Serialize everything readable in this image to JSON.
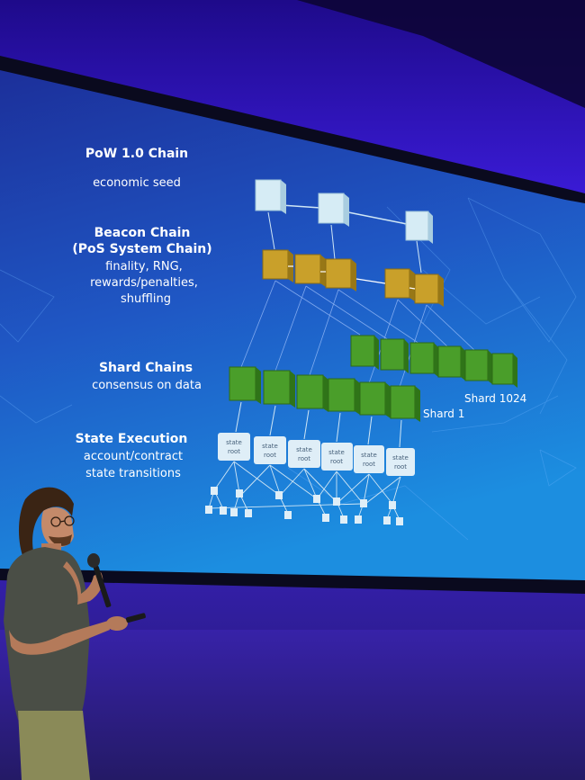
{
  "slide": {
    "pow": {
      "title": "PoW 1.0 Chain",
      "subtitle": "economic seed"
    },
    "beacon": {
      "title_line1": "Beacon Chain",
      "title_line2": "(PoS System Chain)",
      "desc_line1": "finality, RNG,",
      "desc_line2": "rewards/penalties,",
      "desc_line3": "shuffling"
    },
    "shard": {
      "title": "Shard Chains",
      "subtitle": "consensus on data",
      "shard_1024": "Shard 1024",
      "shard_1": "Shard 1"
    },
    "state": {
      "title": "State Execution",
      "desc_line1": "account/contract",
      "desc_line2": "state transitions",
      "box_line1": "state",
      "box_line2": "root"
    }
  },
  "colors": {
    "pow_block": "#d6ecf5",
    "beacon_block": "#c9a02a",
    "shard_block": "#4a9e2a",
    "screen_top": "#1c2f9a",
    "screen_bottom": "#1c8ee0"
  }
}
